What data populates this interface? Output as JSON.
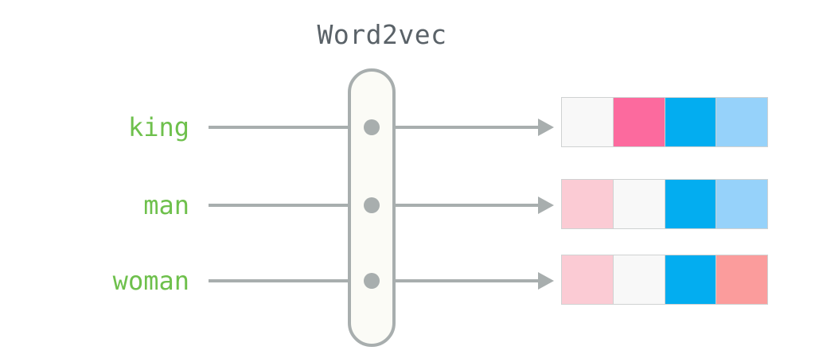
{
  "diagram": {
    "title": "Word2vec",
    "title_color": "#5a6268",
    "label_color": "#6ec04c",
    "line_color": "#a8aeae",
    "capsule_fill": "#fbfbf6",
    "capsule_border": "#a8aeae",
    "cell_border": "#cfd2d2",
    "rows": [
      {
        "word": "king",
        "node": "node-dot",
        "vector_cells": [
          {
            "color": "#f8f8f8"
          },
          {
            "color": "#fc6a9e"
          },
          {
            "color": "#03adf0"
          },
          {
            "color": "#96d2fa"
          }
        ]
      },
      {
        "word": "man",
        "node": "node-dot",
        "vector_cells": [
          {
            "color": "#fbcbd4"
          },
          {
            "color": "#f8f8f8"
          },
          {
            "color": "#03adf0"
          },
          {
            "color": "#96d2fa"
          }
        ]
      },
      {
        "word": "woman",
        "node": "node-dot",
        "vector_cells": [
          {
            "color": "#fbcbd4"
          },
          {
            "color": "#f8f8f8"
          },
          {
            "color": "#03adf0"
          },
          {
            "color": "#fb9c9c"
          }
        ]
      }
    ]
  }
}
